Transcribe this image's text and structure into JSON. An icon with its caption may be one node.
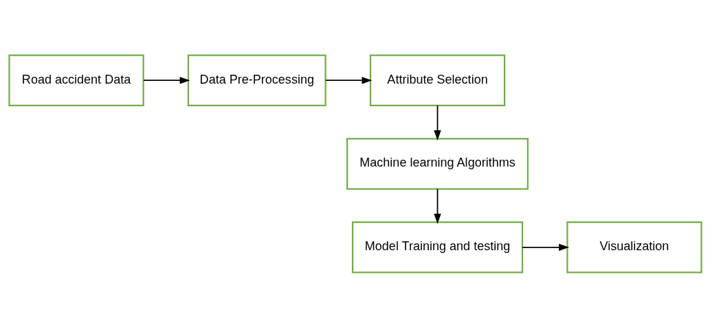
{
  "diagram": {
    "nodes": [
      {
        "text": [
          "Road accident Data"
        ]
      },
      {
        "text": [
          "Data Pre-Processing"
        ]
      },
      {
        "text": [
          "Attribute Selection"
        ]
      },
      {
        "text": [
          "Machine learning Algorithms"
        ]
      },
      {
        "text": [
          "Model Training and testing"
        ]
      },
      {
        "text": [
          "Visualization"
        ]
      }
    ],
    "edges": [
      {
        "from": 0,
        "to": 1,
        "arrow": "to"
      },
      {
        "from": 1,
        "to": 2,
        "arrow": "to"
      },
      {
        "from": 2,
        "to": 3,
        "arrow": "to"
      },
      {
        "from": 3,
        "to": 4,
        "arrow": "to"
      },
      {
        "from": 4,
        "to": 5,
        "arrow": "to"
      }
    ]
  }
}
